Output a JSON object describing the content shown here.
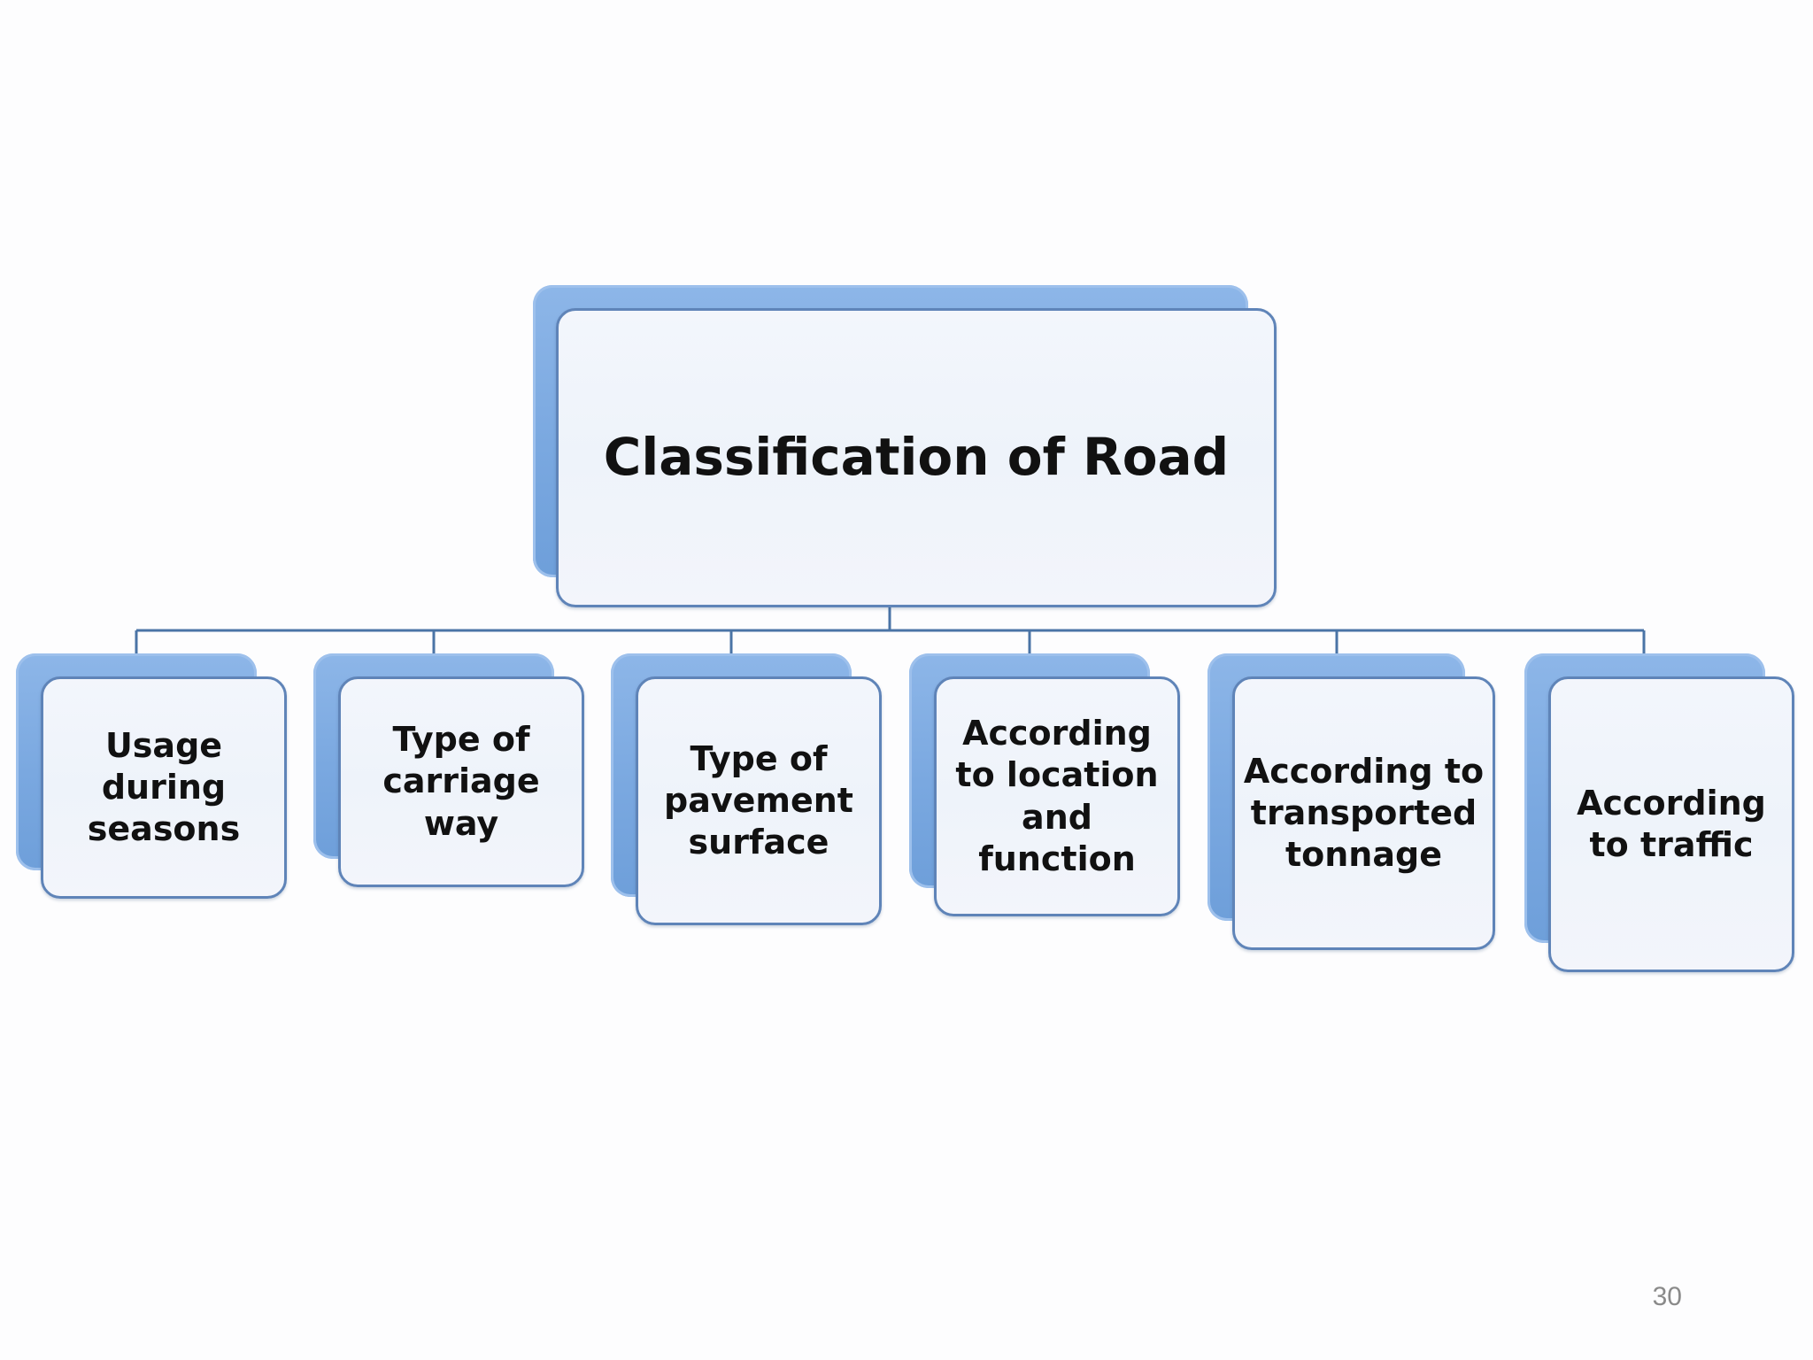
{
  "diagram": {
    "root": {
      "label": "Classification of Road"
    },
    "children": [
      {
        "label": "Usage\nduring\nseasons"
      },
      {
        "label": "Type of\ncarriage\nway"
      },
      {
        "label": "Type of\npavement\nsurface"
      },
      {
        "label": "According\nto location\nand\nfunction"
      },
      {
        "label": "According to\ntransported\ntonnage"
      },
      {
        "label": "According\nto traffic"
      }
    ]
  },
  "colors": {
    "node_fill": "#f0f4fb",
    "node_border": "#5f84b8",
    "node_shadow": "#7aa8e0",
    "connector": "#4a74a6",
    "text": "#111111"
  },
  "page_number": "30"
}
